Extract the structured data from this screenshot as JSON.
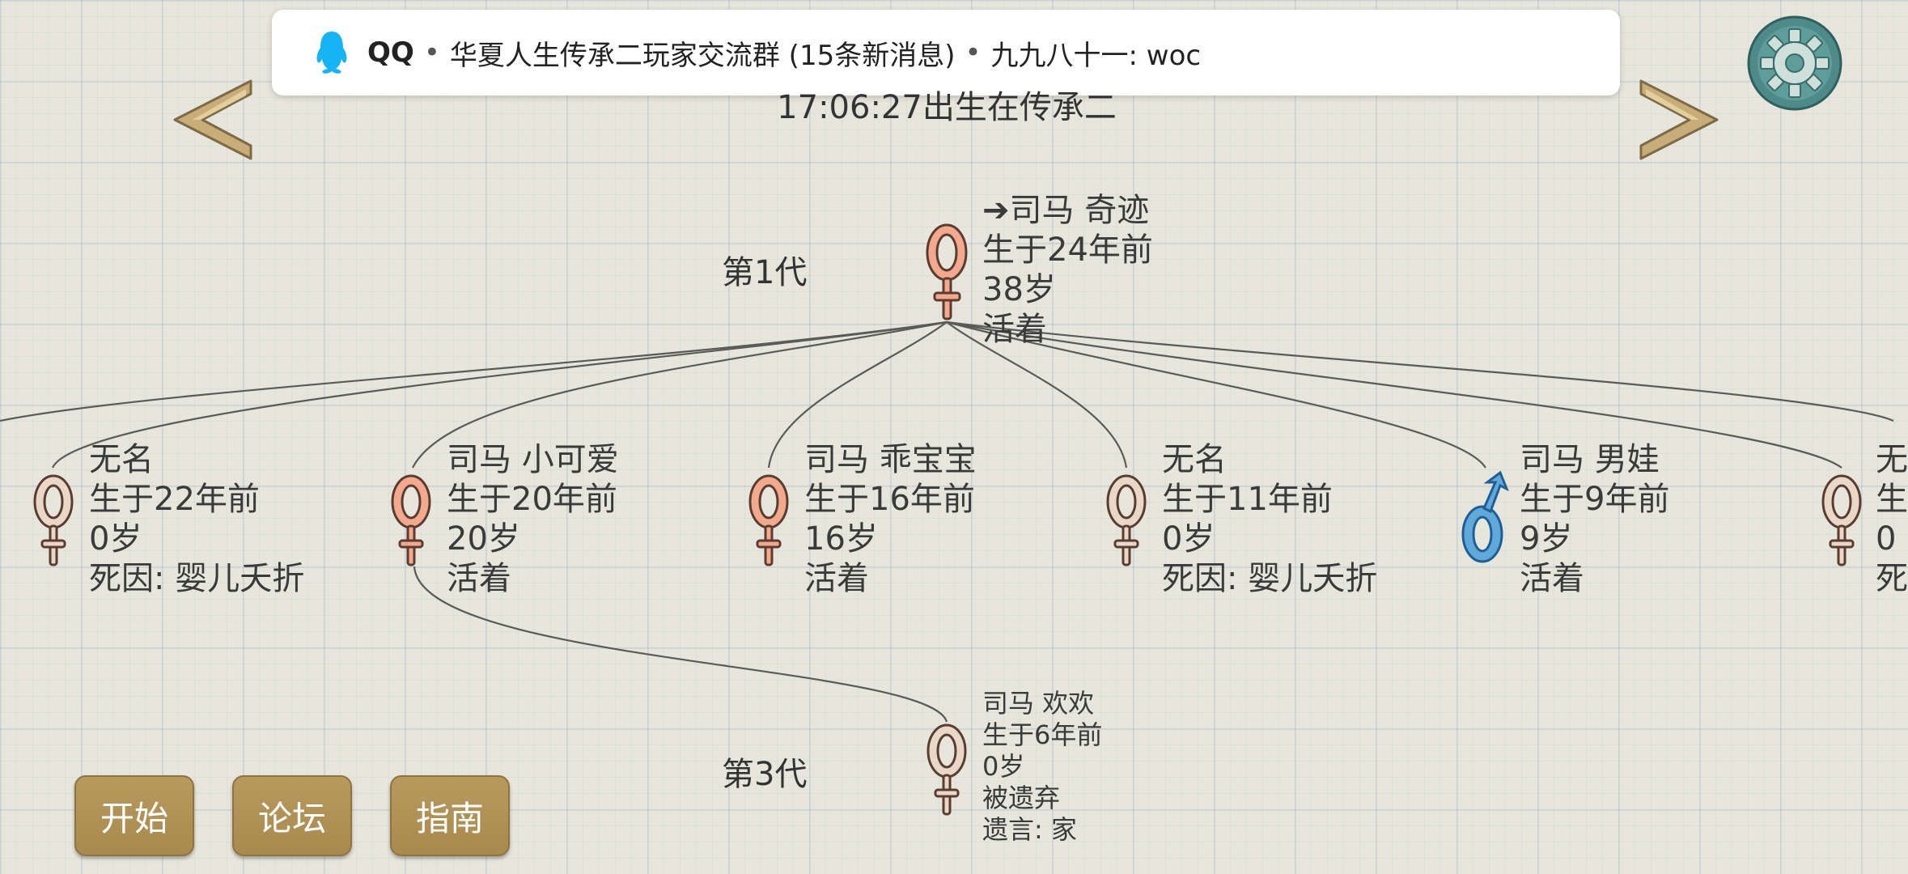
{
  "notification": {
    "app": "QQ",
    "separator": "•",
    "group": "华夏人生传承二玩家交流群 (15条新消息)",
    "message": "九九八十一: woc"
  },
  "header": {
    "subtitle_partial": "17:06:27出生在传承二"
  },
  "generations": [
    {
      "label": "第1代"
    },
    {
      "label": "第3代"
    }
  ],
  "persons": [
    {
      "id": "p0",
      "gender": "female",
      "color": "#f3a98e",
      "lines": [
        "➔司马 奇迹",
        "生于24年前",
        "38岁",
        "活着"
      ]
    },
    {
      "id": "p1",
      "gender": "female",
      "color": "#e9d8c8",
      "lines": [
        "无名",
        "生于22年前",
        "0岁",
        "死因:  婴儿夭折"
      ]
    },
    {
      "id": "p2",
      "gender": "female",
      "color": "#f3a98e",
      "lines": [
        "司马 小可爱",
        "生于20年前",
        "20岁",
        "活着"
      ]
    },
    {
      "id": "p3",
      "gender": "female",
      "color": "#f3a98e",
      "lines": [
        "司马 乖宝宝",
        "生于16年前",
        "16岁",
        "活着"
      ]
    },
    {
      "id": "p4",
      "gender": "female",
      "color": "#e9d8c8",
      "lines": [
        "无名",
        "生于11年前",
        "0岁",
        "死因:  婴儿夭折"
      ]
    },
    {
      "id": "p5",
      "gender": "male",
      "color": "#5fa9dd",
      "lines": [
        "司马 男娃",
        "生于9年前",
        "9岁",
        "活着"
      ]
    },
    {
      "id": "p6",
      "gender": "female",
      "color": "#e9d8c8",
      "lines": [
        "无",
        "生",
        "0",
        "死"
      ]
    },
    {
      "id": "p7",
      "gender": "female",
      "color": "#e9d8c8",
      "lines": [
        "司马 欢欢",
        "生于6年前",
        "0岁",
        "被遗弃",
        "遗言:  家"
      ]
    }
  ],
  "buttons": {
    "start": "开始",
    "forum": "论坛",
    "guide": "指南"
  },
  "icons": {
    "qq": "qq-penguin-icon",
    "settings": "gear-icon",
    "prev": "chevron-left-icon",
    "next": "chevron-right-icon",
    "female": "female-symbol-icon",
    "male": "male-symbol-icon"
  },
  "colors": {
    "button": "#b0925a",
    "arrow": "#c8ad79",
    "gear": "#4e8a88",
    "female_alive": "#f3a98e",
    "deceased": "#e9d8c8",
    "male": "#5fa9dd"
  }
}
